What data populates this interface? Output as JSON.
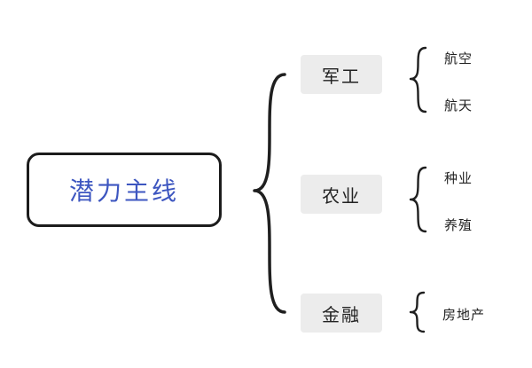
{
  "root": {
    "label": "潜力主线"
  },
  "branches": [
    {
      "label": "军工",
      "children": [
        "航空",
        "航天"
      ]
    },
    {
      "label": "农业",
      "children": [
        "种业",
        "养殖"
      ]
    },
    {
      "label": "金融",
      "children": [
        "房地产"
      ]
    }
  ],
  "colors": {
    "root_text": "#3d56c0",
    "root_border": "#1c1c1c",
    "branch_bg": "#ececec",
    "text": "#222222",
    "connector": "#1f1f1f",
    "background": "#ffffff"
  }
}
